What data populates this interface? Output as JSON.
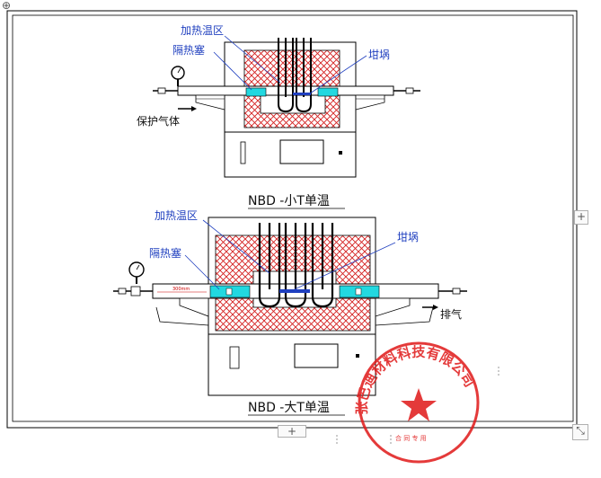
{
  "diagram_small": {
    "label_heating_zone": "加热温区",
    "label_insulation_plug": "隔热塞",
    "label_crucible": "坩埚",
    "label_protective_gas": "保护气体",
    "caption": "NBD -小T单温"
  },
  "diagram_large": {
    "label_heating_zone": "加热温区",
    "label_insulation_plug": "隔热塞",
    "label_crucible": "坩埚",
    "label_exhaust": "排气",
    "tube_size": "300mm",
    "caption": "NBD -大T单温"
  },
  "seal": {
    "text": "张巴迪材料科技有限公司",
    "sub_text": "合 同 专 用"
  },
  "controls": {
    "add_right": "+",
    "add_bottom": "+",
    "move_handle": "⊕",
    "resize_handle": "⤡"
  },
  "colors": {
    "hatch": "#d42020",
    "insulation": "#22d8e0",
    "label_blue": "#1f3fbf",
    "seal_red": "#e01818"
  }
}
